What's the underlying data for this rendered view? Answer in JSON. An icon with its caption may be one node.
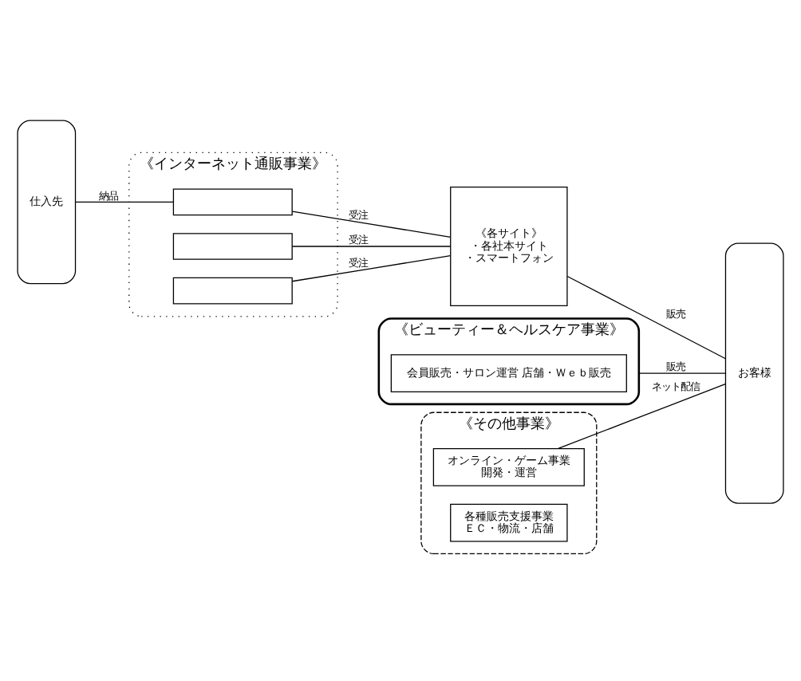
{
  "diagram": {
    "nodes": [
      {
        "text": [
          "仕入先"
        ]
      },
      {
        "text": [
          "《インターネット通販事業》"
        ]
      },
      {
        "text": [],
        "shape": "box",
        "in": 1
      },
      {
        "text": [],
        "shape": "box",
        "in": 1
      },
      {
        "text": [],
        "shape": "box",
        "in": 1
      },
      {
        "text": [
          "《各サイト》",
          "・各社本サイト",
          "・スマートフォン"
        ]
      },
      {
        "text": [
          "お客様"
        ]
      },
      {
        "text": [
          "《ビューティー＆ヘルスケア事業》"
        ]
      },
      {
        "text": [
          "会員販売・サロン運営 店舗・Ｗｅｂ販売"
        ],
        "in": 7
      },
      {
        "text": [
          "《その他事業》"
        ]
      },
      {
        "text": [
          "オンライン・ゲーム事業",
          "開発・運営"
        ],
        "in": 9
      },
      {
        "text": [
          "各種販売支援事業",
          "ＥＣ・物流・店舗"
        ],
        "in": 9
      }
    ],
    "edges": [
      {
        "from": 0,
        "to": 2,
        "arrow": "none",
        "label": "納品"
      },
      {
        "from": 2,
        "to": 5,
        "arrow": "none",
        "label": "受注"
      },
      {
        "from": 3,
        "to": 5,
        "arrow": "none",
        "label": "受注"
      },
      {
        "from": 4,
        "to": 5,
        "arrow": "none",
        "label": "受注"
      },
      {
        "from": 5,
        "to": 6,
        "arrow": "none",
        "label": "販売"
      },
      {
        "from": 7,
        "to": 6,
        "arrow": "none",
        "label": "販売"
      },
      {
        "from": 10,
        "to": 6,
        "arrow": "none",
        "label": "ネット配信"
      }
    ]
  }
}
